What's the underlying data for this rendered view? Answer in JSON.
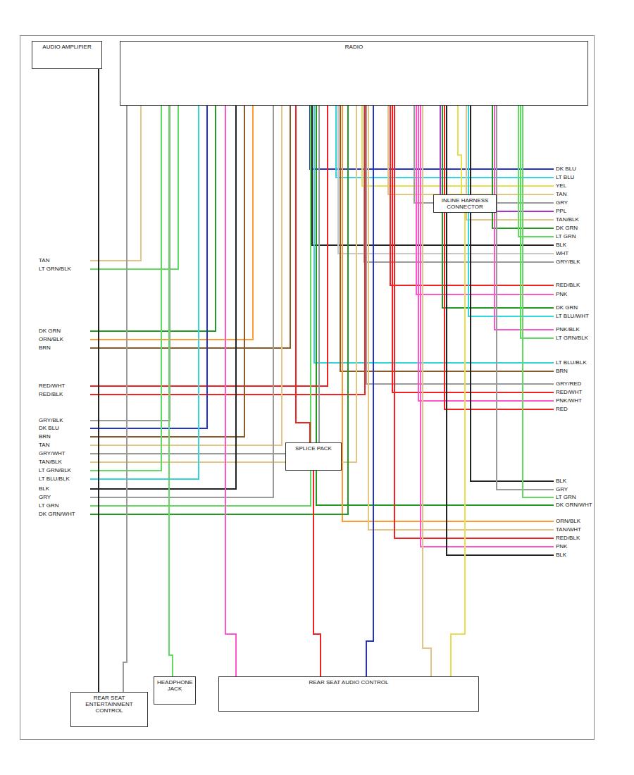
{
  "diagram": {
    "nodes": [
      {
        "text": [
          "RADIO"
        ]
      },
      {
        "text": [
          "AUDIO AMPLIFIER"
        ]
      },
      {
        "text": [
          "SPLICE PACK"
        ]
      },
      {
        "text": [
          "REAR SEAT ENTERTAINMENT CONTROL"
        ]
      },
      {
        "text": [
          "HEADPHONE JACK"
        ]
      },
      {
        "text": [
          "REAR SEAT AUDIO CONTROL"
        ]
      },
      {
        "text": [
          "INLINE HARNESS CONNECTOR"
        ]
      }
    ],
    "edges": [
      {
        "from": 0,
        "to": 5,
        "arrow": "none"
      },
      {
        "from": 0,
        "to": 5,
        "arrow": "none"
      },
      {
        "from": 0,
        "to": 5,
        "arrow": "none"
      },
      {
        "from": 0,
        "to": 4,
        "arrow": "none"
      },
      {
        "from": 0,
        "to": 3,
        "arrow": "none"
      },
      {
        "from": 0,
        "to": 2,
        "arrow": "none"
      },
      {
        "from": 2,
        "to": 5,
        "arrow": "none"
      },
      {
        "from": 0,
        "to": 6,
        "arrow": "none"
      },
      {
        "from": 6,
        "to": 5,
        "arrow": "none"
      },
      {
        "from": 1,
        "to": 3,
        "arrow": "none"
      }
    ],
    "labels": [
      "DK BLU",
      "LT BLU",
      "YEL",
      "TAN",
      "GRY",
      "PPL",
      "TAN/BLK",
      "DK GRN",
      "LT GRN",
      "BLK",
      "WHT",
      "GRY/BLK",
      "RED/BLK",
      "PNK",
      "DK GRN",
      "LT BLU/WHT",
      "PNK/BLK",
      "LT GRN/BLK",
      "LT BLU/BLK",
      "BRN",
      "GRY/RED",
      "RED/WHT",
      "PNK/WHT",
      "RED",
      "BLK",
      "GRY",
      "LT GRN",
      "DK GRN/WHT",
      "ORN/BLK",
      "TAN/WHT",
      "RED/BLK",
      "PNK",
      "BLK",
      "TAN",
      "LT GRN/BLK",
      "DK GRN",
      "ORN/BLK",
      "BRN",
      "RED/WHT",
      "RED/BLK",
      "GRY/BLK",
      "DK BLU",
      "BRN",
      "TAN",
      "GRY/WHT",
      "TAN/BLK",
      "LT GRN/BLK",
      "LT BLU/BLK",
      "BLK",
      "GRY",
      "LT GRN",
      "DK GRN/WHT"
    ]
  }
}
